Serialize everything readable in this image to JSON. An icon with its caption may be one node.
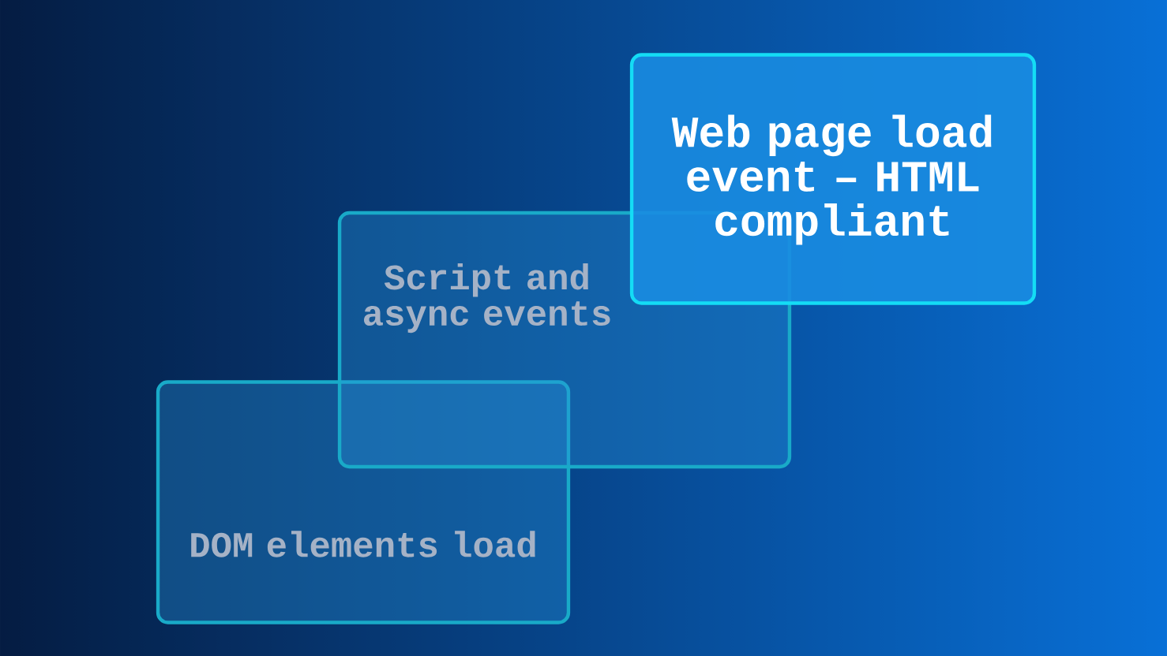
{
  "diagram": {
    "nodes": [
      {
        "text": [
          "DOM elements load"
        ]
      },
      {
        "text": [
          "Script and async events"
        ]
      },
      {
        "text": [
          "Web page load event – HTML compliant"
        ]
      }
    ]
  }
}
